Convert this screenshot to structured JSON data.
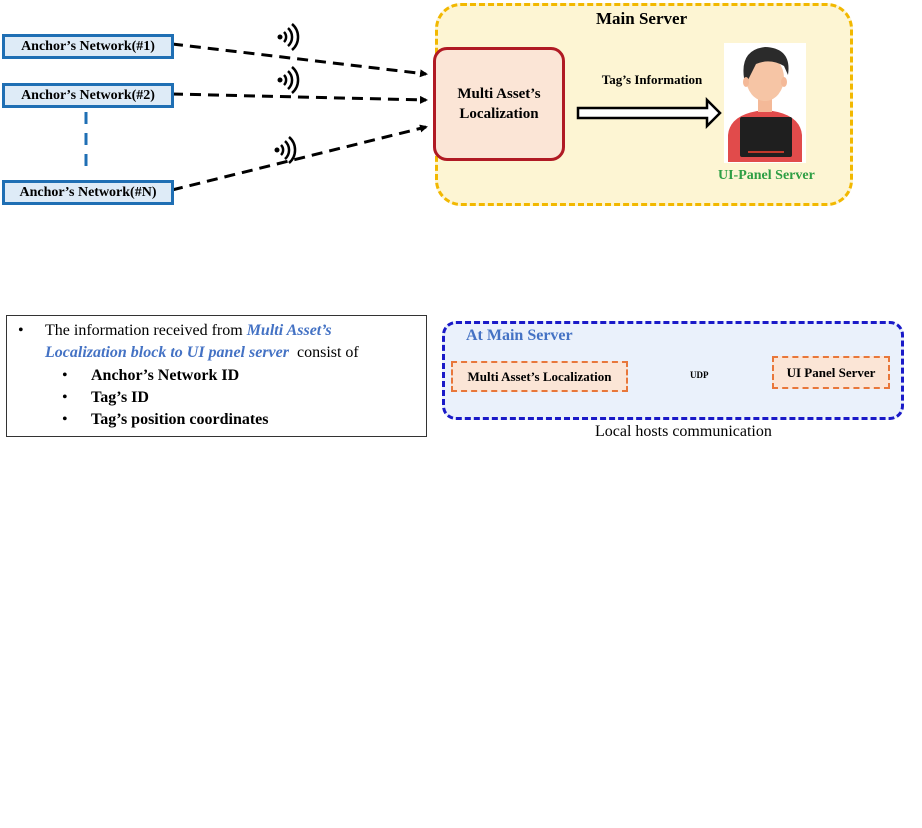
{
  "anchors": [
    {
      "label": "Anchor’s Network(#1)"
    },
    {
      "label": "Anchor’s Network(#2)"
    },
    {
      "label": "Anchor’s Network(#N)"
    }
  ],
  "main_server": {
    "title": "Main Server",
    "localization_block": "Multi Asset’s Localization",
    "arrow_label": "Tag’s Information",
    "ui_panel_label": "UI-Panel  Server"
  },
  "info_box": {
    "line1_prefix": "The information received from ",
    "line1_highlight": "Multi Asset’s",
    "line2_highlight": "Localization block to UI panel server",
    "line2_suffix": "  consist of",
    "items": [
      "Anchor’s Network ID",
      "Tag’s ID",
      "Tag’s position coordinates"
    ]
  },
  "at_main_server": {
    "title": "At Main Server",
    "left_box": "Multi Asset’s Localization",
    "protocol": "UDP",
    "right_box": "UI Panel Server",
    "caption": "Local hosts communication"
  },
  "icons": [
    "wifi-icon",
    "user-laptop-icon",
    "cloud-icon"
  ],
  "colors": {
    "anchor_border": "#1f6fb4",
    "main_server_border": "#f2b800",
    "localization_border": "#b01a24",
    "ui_panel_green": "#2e9e44",
    "highlight_blue": "#4472c4",
    "at_main_border": "#1a1ac8",
    "orange_dash": "#e8773a"
  }
}
